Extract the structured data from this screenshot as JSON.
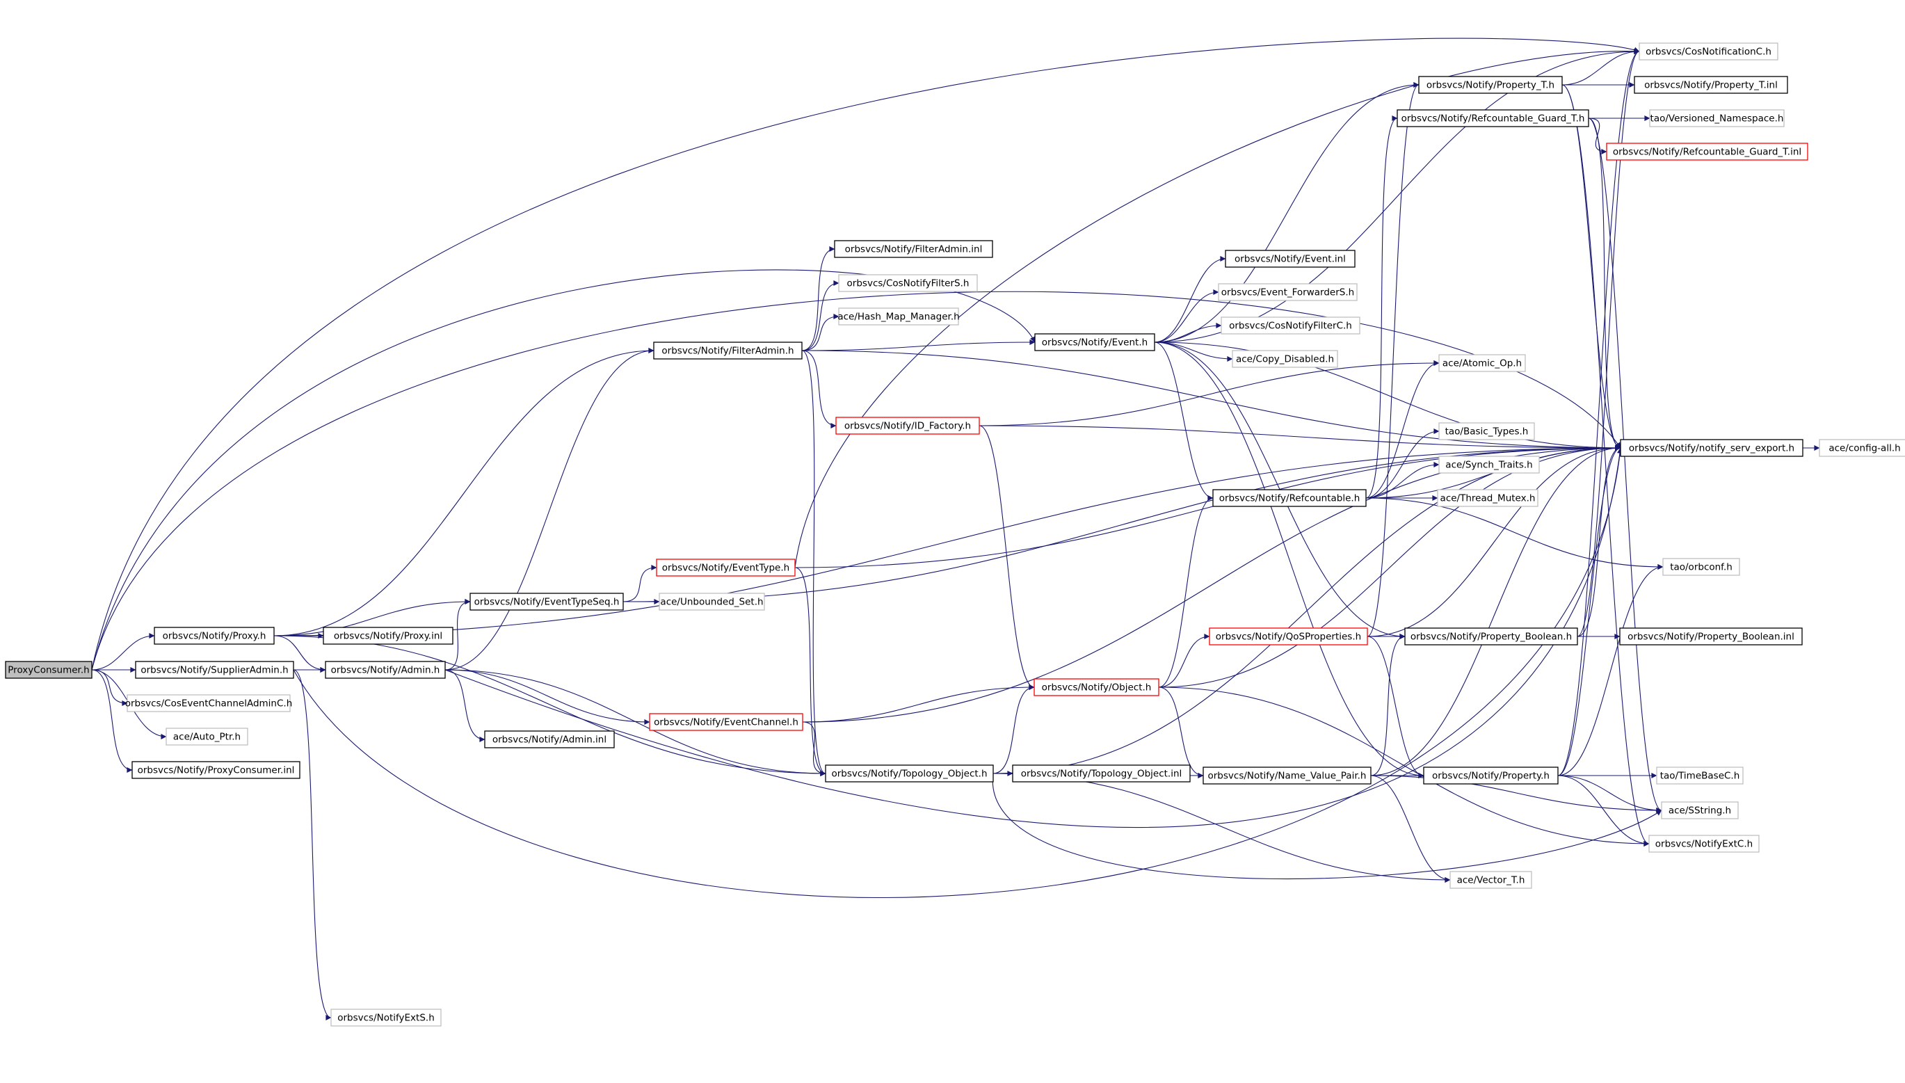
{
  "colors": {
    "edge": "#191970",
    "box_solid": "#000000",
    "box_missing": "#bfbfbf",
    "box_truncated": "#ff0000",
    "root_fill": "#bfbfbf"
  },
  "nodes": [
    {
      "id": "proxyconsumer_h",
      "label": "ProxyConsumer.h",
      "style": "root"
    },
    {
      "id": "proxy_h",
      "label": "orbsvcs/Notify/Proxy.h",
      "style": "solid"
    },
    {
      "id": "supplieradmin_h",
      "label": "orbsvcs/Notify/SupplierAdmin.h",
      "style": "solid"
    },
    {
      "id": "coseventchanneladminc_h",
      "label": "orbsvcs/CosEventChannelAdminC.h",
      "style": "missing"
    },
    {
      "id": "auto_ptr_h",
      "label": "ace/Auto_Ptr.h",
      "style": "missing"
    },
    {
      "id": "proxyconsumer_inl",
      "label": "orbsvcs/Notify/ProxyConsumer.inl",
      "style": "solid"
    },
    {
      "id": "proxy_inl",
      "label": "orbsvcs/Notify/Proxy.inl",
      "style": "solid"
    },
    {
      "id": "admin_h",
      "label": "orbsvcs/Notify/Admin.h",
      "style": "solid"
    },
    {
      "id": "eventtypeseq_h",
      "label": "orbsvcs/Notify/EventTypeSeq.h",
      "style": "solid"
    },
    {
      "id": "admin_inl",
      "label": "orbsvcs/Notify/Admin.inl",
      "style": "solid"
    },
    {
      "id": "notifyexts_h",
      "label": "orbsvcs/NotifyExtS.h",
      "style": "missing"
    },
    {
      "id": "filteradmin_h",
      "label": "orbsvcs/Notify/FilterAdmin.h",
      "style": "solid"
    },
    {
      "id": "eventtype_h",
      "label": "orbsvcs/Notify/EventType.h",
      "style": "truncated"
    },
    {
      "id": "unbounded_set_h",
      "label": "ace/Unbounded_Set.h",
      "style": "missing"
    },
    {
      "id": "eventchannel_h",
      "label": "orbsvcs/Notify/EventChannel.h",
      "style": "truncated"
    },
    {
      "id": "filteradmin_inl",
      "label": "orbsvcs/Notify/FilterAdmin.inl",
      "style": "solid"
    },
    {
      "id": "cosnotifyfilters_h",
      "label": "orbsvcs/CosNotifyFilterS.h",
      "style": "missing"
    },
    {
      "id": "hash_map_manager_h",
      "label": "ace/Hash_Map_Manager.h",
      "style": "missing"
    },
    {
      "id": "id_factory_h",
      "label": "orbsvcs/Notify/ID_Factory.h",
      "style": "truncated"
    },
    {
      "id": "topology_object_h",
      "label": "orbsvcs/Notify/Topology_Object.h",
      "style": "solid"
    },
    {
      "id": "topology_object_inl",
      "label": "orbsvcs/Notify/Topology_Object.inl",
      "style": "solid"
    },
    {
      "id": "event_h",
      "label": "orbsvcs/Notify/Event.h",
      "style": "solid"
    },
    {
      "id": "object_h",
      "label": "orbsvcs/Notify/Object.h",
      "style": "truncated"
    },
    {
      "id": "event_inl",
      "label": "orbsvcs/Notify/Event.inl",
      "style": "solid"
    },
    {
      "id": "event_forwarders_h",
      "label": "orbsvcs/Event_ForwarderS.h",
      "style": "missing"
    },
    {
      "id": "cosnotifyfilterc_h",
      "label": "orbsvcs/CosNotifyFilterC.h",
      "style": "missing"
    },
    {
      "id": "copy_disabled_h",
      "label": "ace/Copy_Disabled.h",
      "style": "missing"
    },
    {
      "id": "refcountable_h",
      "label": "orbsvcs/Notify/Refcountable.h",
      "style": "solid"
    },
    {
      "id": "qosproperties_h",
      "label": "orbsvcs/Notify/QoSProperties.h",
      "style": "truncated"
    },
    {
      "id": "name_value_pair_h",
      "label": "orbsvcs/Notify/Name_Value_Pair.h",
      "style": "solid"
    },
    {
      "id": "property_t_h",
      "label": "orbsvcs/Notify/Property_T.h",
      "style": "solid"
    },
    {
      "id": "refcountable_guard_t_h",
      "label": "orbsvcs/Notify/Refcountable_Guard_T.h",
      "style": "solid"
    },
    {
      "id": "atomic_op_h",
      "label": "ace/Atomic_Op.h",
      "style": "missing"
    },
    {
      "id": "basic_types_h",
      "label": "tao/Basic_Types.h",
      "style": "missing"
    },
    {
      "id": "synch_traits_h",
      "label": "ace/Synch_Traits.h",
      "style": "missing"
    },
    {
      "id": "thread_mutex_h",
      "label": "ace/Thread_Mutex.h",
      "style": "missing"
    },
    {
      "id": "property_boolean_h",
      "label": "orbsvcs/Notify/Property_Boolean.h",
      "style": "solid"
    },
    {
      "id": "property_h",
      "label": "orbsvcs/Notify/Property.h",
      "style": "solid"
    },
    {
      "id": "vector_t_h",
      "label": "ace/Vector_T.h",
      "style": "missing"
    },
    {
      "id": "cosnotificationc_h",
      "label": "orbsvcs/CosNotificationC.h",
      "style": "missing"
    },
    {
      "id": "property_t_inl",
      "label": "orbsvcs/Notify/Property_T.inl",
      "style": "solid"
    },
    {
      "id": "versioned_namespace_h",
      "label": "tao/Versioned_Namespace.h",
      "style": "missing"
    },
    {
      "id": "refcountable_guard_t_inl",
      "label": "orbsvcs/Notify/Refcountable_Guard_T.inl",
      "style": "truncated"
    },
    {
      "id": "notify_serv_export_h",
      "label": "orbsvcs/Notify/notify_serv_export.h",
      "style": "solid"
    },
    {
      "id": "orbconf_h",
      "label": "tao/orbconf.h",
      "style": "missing"
    },
    {
      "id": "property_boolean_inl",
      "label": "orbsvcs/Notify/Property_Boolean.inl",
      "style": "solid"
    },
    {
      "id": "timebasec_h",
      "label": "tao/TimeBaseC.h",
      "style": "missing"
    },
    {
      "id": "sstring_h",
      "label": "ace/SString.h",
      "style": "missing"
    },
    {
      "id": "notifyextc_h",
      "label": "orbsvcs/NotifyExtC.h",
      "style": "missing"
    },
    {
      "id": "config_all_h",
      "label": "ace/config-all.h",
      "style": "missing"
    }
  ],
  "edges": [
    [
      "proxyconsumer_h",
      "proxy_h"
    ],
    [
      "proxyconsumer_h",
      "supplieradmin_h"
    ],
    [
      "proxyconsumer_h",
      "coseventchanneladminc_h"
    ],
    [
      "proxyconsumer_h",
      "auto_ptr_h"
    ],
    [
      "proxyconsumer_h",
      "proxyconsumer_inl"
    ],
    [
      "proxyconsumer_h",
      "cosnotificationc_h"
    ],
    [
      "proxyconsumer_h",
      "event_h"
    ],
    [
      "proxyconsumer_h",
      "notify_serv_export_h"
    ],
    [
      "proxy_h",
      "proxy_inl"
    ],
    [
      "proxy_h",
      "admin_h"
    ],
    [
      "proxy_h",
      "eventtypeseq_h"
    ],
    [
      "proxy_h",
      "filteradmin_h"
    ],
    [
      "proxy_h",
      "topology_object_h"
    ],
    [
      "proxy_h",
      "notify_serv_export_h"
    ],
    [
      "supplieradmin_h",
      "admin_h"
    ],
    [
      "supplieradmin_h",
      "notifyexts_h"
    ],
    [
      "supplieradmin_h",
      "notify_serv_export_h"
    ],
    [
      "admin_h",
      "admin_inl"
    ],
    [
      "admin_h",
      "eventtypeseq_h"
    ],
    [
      "admin_h",
      "filteradmin_h"
    ],
    [
      "admin_h",
      "eventchannel_h"
    ],
    [
      "admin_h",
      "topology_object_h"
    ],
    [
      "admin_h",
      "notify_serv_export_h"
    ],
    [
      "eventtypeseq_h",
      "eventtype_h"
    ],
    [
      "eventtypeseq_h",
      "unbounded_set_h"
    ],
    [
      "eventtypeseq_h",
      "notify_serv_export_h"
    ],
    [
      "filteradmin_h",
      "filteradmin_inl"
    ],
    [
      "filteradmin_h",
      "cosnotifyfilters_h"
    ],
    [
      "filteradmin_h",
      "hash_map_manager_h"
    ],
    [
      "filteradmin_h",
      "event_h"
    ],
    [
      "filteradmin_h",
      "id_factory_h"
    ],
    [
      "filteradmin_h",
      "topology_object_h"
    ],
    [
      "filteradmin_h",
      "notify_serv_export_h"
    ],
    [
      "eventtype_h",
      "topology_object_h"
    ],
    [
      "eventtype_h",
      "notify_serv_export_h"
    ],
    [
      "eventtype_h",
      "cosnotificationc_h"
    ],
    [
      "eventchannel_h",
      "topology_object_h"
    ],
    [
      "eventchannel_h",
      "object_h"
    ],
    [
      "eventchannel_h",
      "notify_serv_export_h"
    ],
    [
      "id_factory_h",
      "object_h"
    ],
    [
      "id_factory_h",
      "atomic_op_h"
    ],
    [
      "id_factory_h",
      "notify_serv_export_h"
    ],
    [
      "topology_object_h",
      "topology_object_inl"
    ],
    [
      "topology_object_h",
      "object_h"
    ],
    [
      "topology_object_h",
      "name_value_pair_h"
    ],
    [
      "topology_object_h",
      "vector_t_h"
    ],
    [
      "topology_object_h",
      "sstring_h"
    ],
    [
      "topology_object_h",
      "notify_serv_export_h"
    ],
    [
      "event_h",
      "event_inl"
    ],
    [
      "event_h",
      "event_forwarders_h"
    ],
    [
      "event_h",
      "cosnotifyfilterc_h"
    ],
    [
      "event_h",
      "copy_disabled_h"
    ],
    [
      "event_h",
      "refcountable_h"
    ],
    [
      "event_h",
      "property_t_h"
    ],
    [
      "event_h",
      "property_boolean_h"
    ],
    [
      "event_h",
      "property_h"
    ],
    [
      "event_h",
      "cosnotificationc_h"
    ],
    [
      "event_h",
      "notify_serv_export_h"
    ],
    [
      "object_h",
      "refcountable_h"
    ],
    [
      "object_h",
      "qosproperties_h"
    ],
    [
      "object_h",
      "name_value_pair_h"
    ],
    [
      "object_h",
      "notifyextc_h"
    ],
    [
      "object_h",
      "notify_serv_export_h"
    ],
    [
      "refcountable_h",
      "refcountable_guard_t_h"
    ],
    [
      "refcountable_h",
      "atomic_op_h"
    ],
    [
      "refcountable_h",
      "basic_types_h"
    ],
    [
      "refcountable_h",
      "synch_traits_h"
    ],
    [
      "refcountable_h",
      "thread_mutex_h"
    ],
    [
      "refcountable_h",
      "orbconf_h"
    ],
    [
      "refcountable_h",
      "notify_serv_export_h"
    ],
    [
      "qosproperties_h",
      "property_boolean_h"
    ],
    [
      "qosproperties_h",
      "property_t_h"
    ],
    [
      "qosproperties_h",
      "property_h"
    ],
    [
      "qosproperties_h",
      "notify_serv_export_h"
    ],
    [
      "name_value_pair_h",
      "property_h"
    ],
    [
      "name_value_pair_h",
      "property_boolean_h"
    ],
    [
      "name_value_pair_h",
      "vector_t_h"
    ],
    [
      "name_value_pair_h",
      "sstring_h"
    ],
    [
      "name_value_pair_h",
      "notify_serv_export_h"
    ],
    [
      "property_t_h",
      "cosnotificationc_h"
    ],
    [
      "property_t_h",
      "property_t_inl"
    ],
    [
      "property_t_h",
      "notify_serv_export_h"
    ],
    [
      "property_t_h",
      "notifyextc_h"
    ],
    [
      "refcountable_guard_t_h",
      "versioned_namespace_h"
    ],
    [
      "refcountable_guard_t_h",
      "refcountable_guard_t_inl"
    ],
    [
      "refcountable_guard_t_h",
      "notify_serv_export_h"
    ],
    [
      "refcountable_guard_t_h",
      "sstring_h"
    ],
    [
      "property_boolean_h",
      "property_boolean_inl"
    ],
    [
      "property_boolean_h",
      "cosnotificationc_h"
    ],
    [
      "property_boolean_h",
      "notify_serv_export_h"
    ],
    [
      "property_h",
      "timebasec_h"
    ],
    [
      "property_h",
      "sstring_h"
    ],
    [
      "property_h",
      "notifyextc_h"
    ],
    [
      "property_h",
      "cosnotificationc_h"
    ],
    [
      "property_h",
      "notify_serv_export_h"
    ],
    [
      "property_h",
      "orbconf_h"
    ],
    [
      "notify_serv_export_h",
      "config_all_h"
    ]
  ]
}
